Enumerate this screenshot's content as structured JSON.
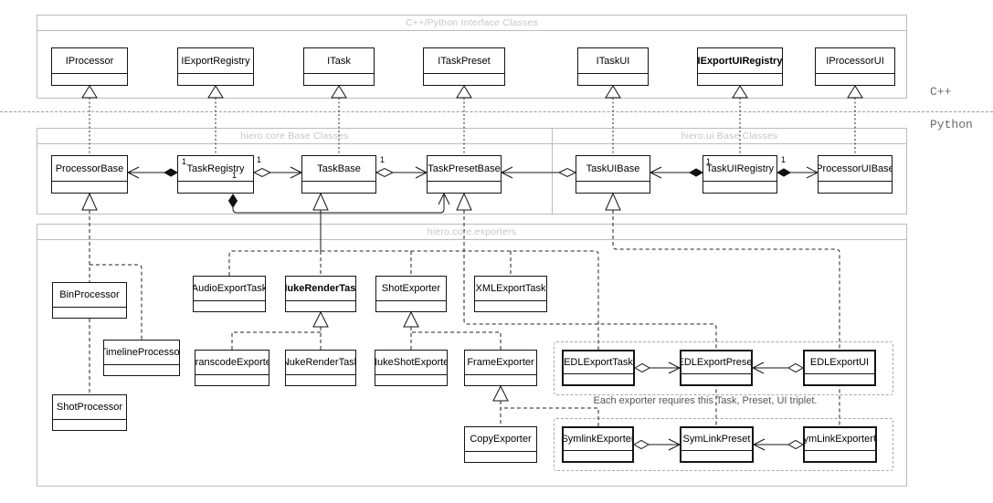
{
  "frames": {
    "cpp": {
      "title": "C++/Python Interface Classes"
    },
    "core": {
      "title": "hiero.core Base Classes"
    },
    "ui": {
      "title": "hiero.ui Base Classes"
    },
    "exporters": {
      "title": "hiero.core.exporters"
    }
  },
  "side_labels": {
    "cpp": "C++",
    "python": "Python"
  },
  "caption": "Each exporter requires this Task, Preset, UI triplet.",
  "multiplicity": "1",
  "colors": {
    "frame_border": "#bcbcbc",
    "frame_title": "#c6c6c6",
    "line": "#141414"
  },
  "classes": {
    "IProcessor": {
      "label": "IProcessor"
    },
    "IExportRegistry": {
      "label": "IExportRegistry"
    },
    "ITask": {
      "label": "ITask"
    },
    "ITaskPreset": {
      "label": "ITaskPreset"
    },
    "ITaskUI": {
      "label": "ITaskUI"
    },
    "IExportUIRegistry": {
      "label": "IExportUIRegistry"
    },
    "IProcessorUI": {
      "label": "IProcessorUI"
    },
    "ProcessorBase": {
      "label": "ProcessorBase"
    },
    "TaskRegistry": {
      "label": "TaskRegistry"
    },
    "TaskBase": {
      "label": "TaskBase"
    },
    "TaskPresetBase": {
      "label": "TaskPresetBase"
    },
    "TaskUIBase": {
      "label": "TaskUIBase"
    },
    "TaskUIRegistry": {
      "label": "TaskUIRegistry"
    },
    "ProcessorUIBase": {
      "label": "ProcessorUIBase"
    },
    "BinProcessor": {
      "label": "BinProcessor"
    },
    "TimelineProcessor": {
      "label": "TimelineProcessor"
    },
    "ShotProcessor": {
      "label": "ShotProcessor"
    },
    "AudioExportTask": {
      "label": "AudioExportTask"
    },
    "NukeRenderTask_base": {
      "label": "NukeRenderTask"
    },
    "NukeRenderTask_sub": {
      "label": "NukeRenderTask"
    },
    "ShotExporter": {
      "label": "ShotExporter"
    },
    "XMLExportTask": {
      "label": "XMLExportTask"
    },
    "TranscodeExporter": {
      "label": "TranscodeExporter"
    },
    "NukeShotExporter": {
      "label": "NukeShotExporter"
    },
    "FrameExporter": {
      "label": "FrameExporter"
    },
    "CopyExporter": {
      "label": "CopyExporter"
    },
    "EDLExportTask": {
      "label": "EDLExportTask"
    },
    "EDLExportPreset": {
      "label": "EDLExportPreset"
    },
    "EDLExportUI": {
      "label": "EDLExportUI"
    },
    "SymlinkExporter": {
      "label": "SymlinkExporter"
    },
    "SymLinkPreset": {
      "label": "SymLinkPreset"
    },
    "SymLinkExporterUI": {
      "label": "SymLinkExporterUI"
    }
  }
}
